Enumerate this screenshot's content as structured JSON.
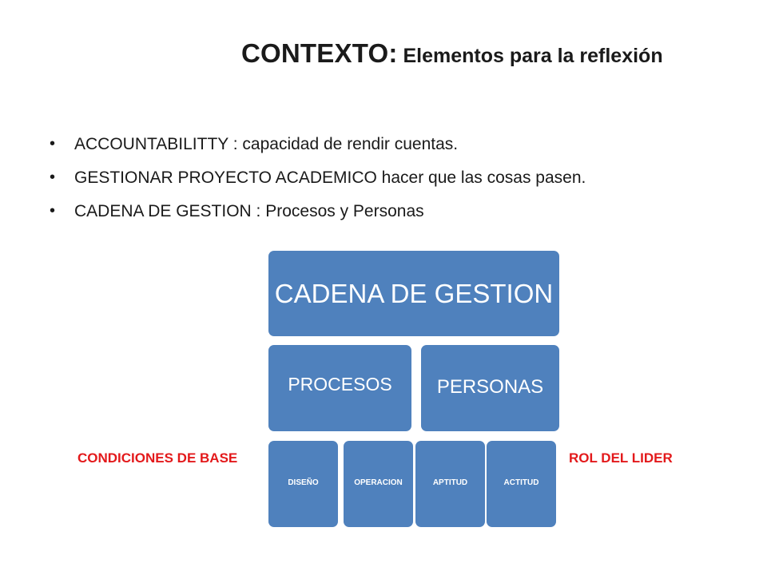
{
  "title": {
    "main": "CONTEXTO:",
    "sub": " Elementos para la reflexión"
  },
  "bullets": [
    "ACCOUNTABILITTY : capacidad de rendir cuentas.",
    "GESTIONAR PROYECTO ACADEMICO hacer que las cosas pasen.",
    "CADENA DE GESTION : Procesos y Personas"
  ],
  "diagram": {
    "root": "CADENA DE GESTION",
    "branches": [
      "PROCESOS",
      "PERSONAS"
    ],
    "leaves": [
      "DISEÑO",
      "OPERACION",
      "APTITUD",
      "ACTITUD"
    ],
    "labels": {
      "left": "CONDICIONES DE BASE",
      "right": "ROL DEL LIDER"
    },
    "colors": {
      "box": "#4f81bd",
      "box_text": "#ffffff",
      "label": "#e3191b"
    }
  }
}
